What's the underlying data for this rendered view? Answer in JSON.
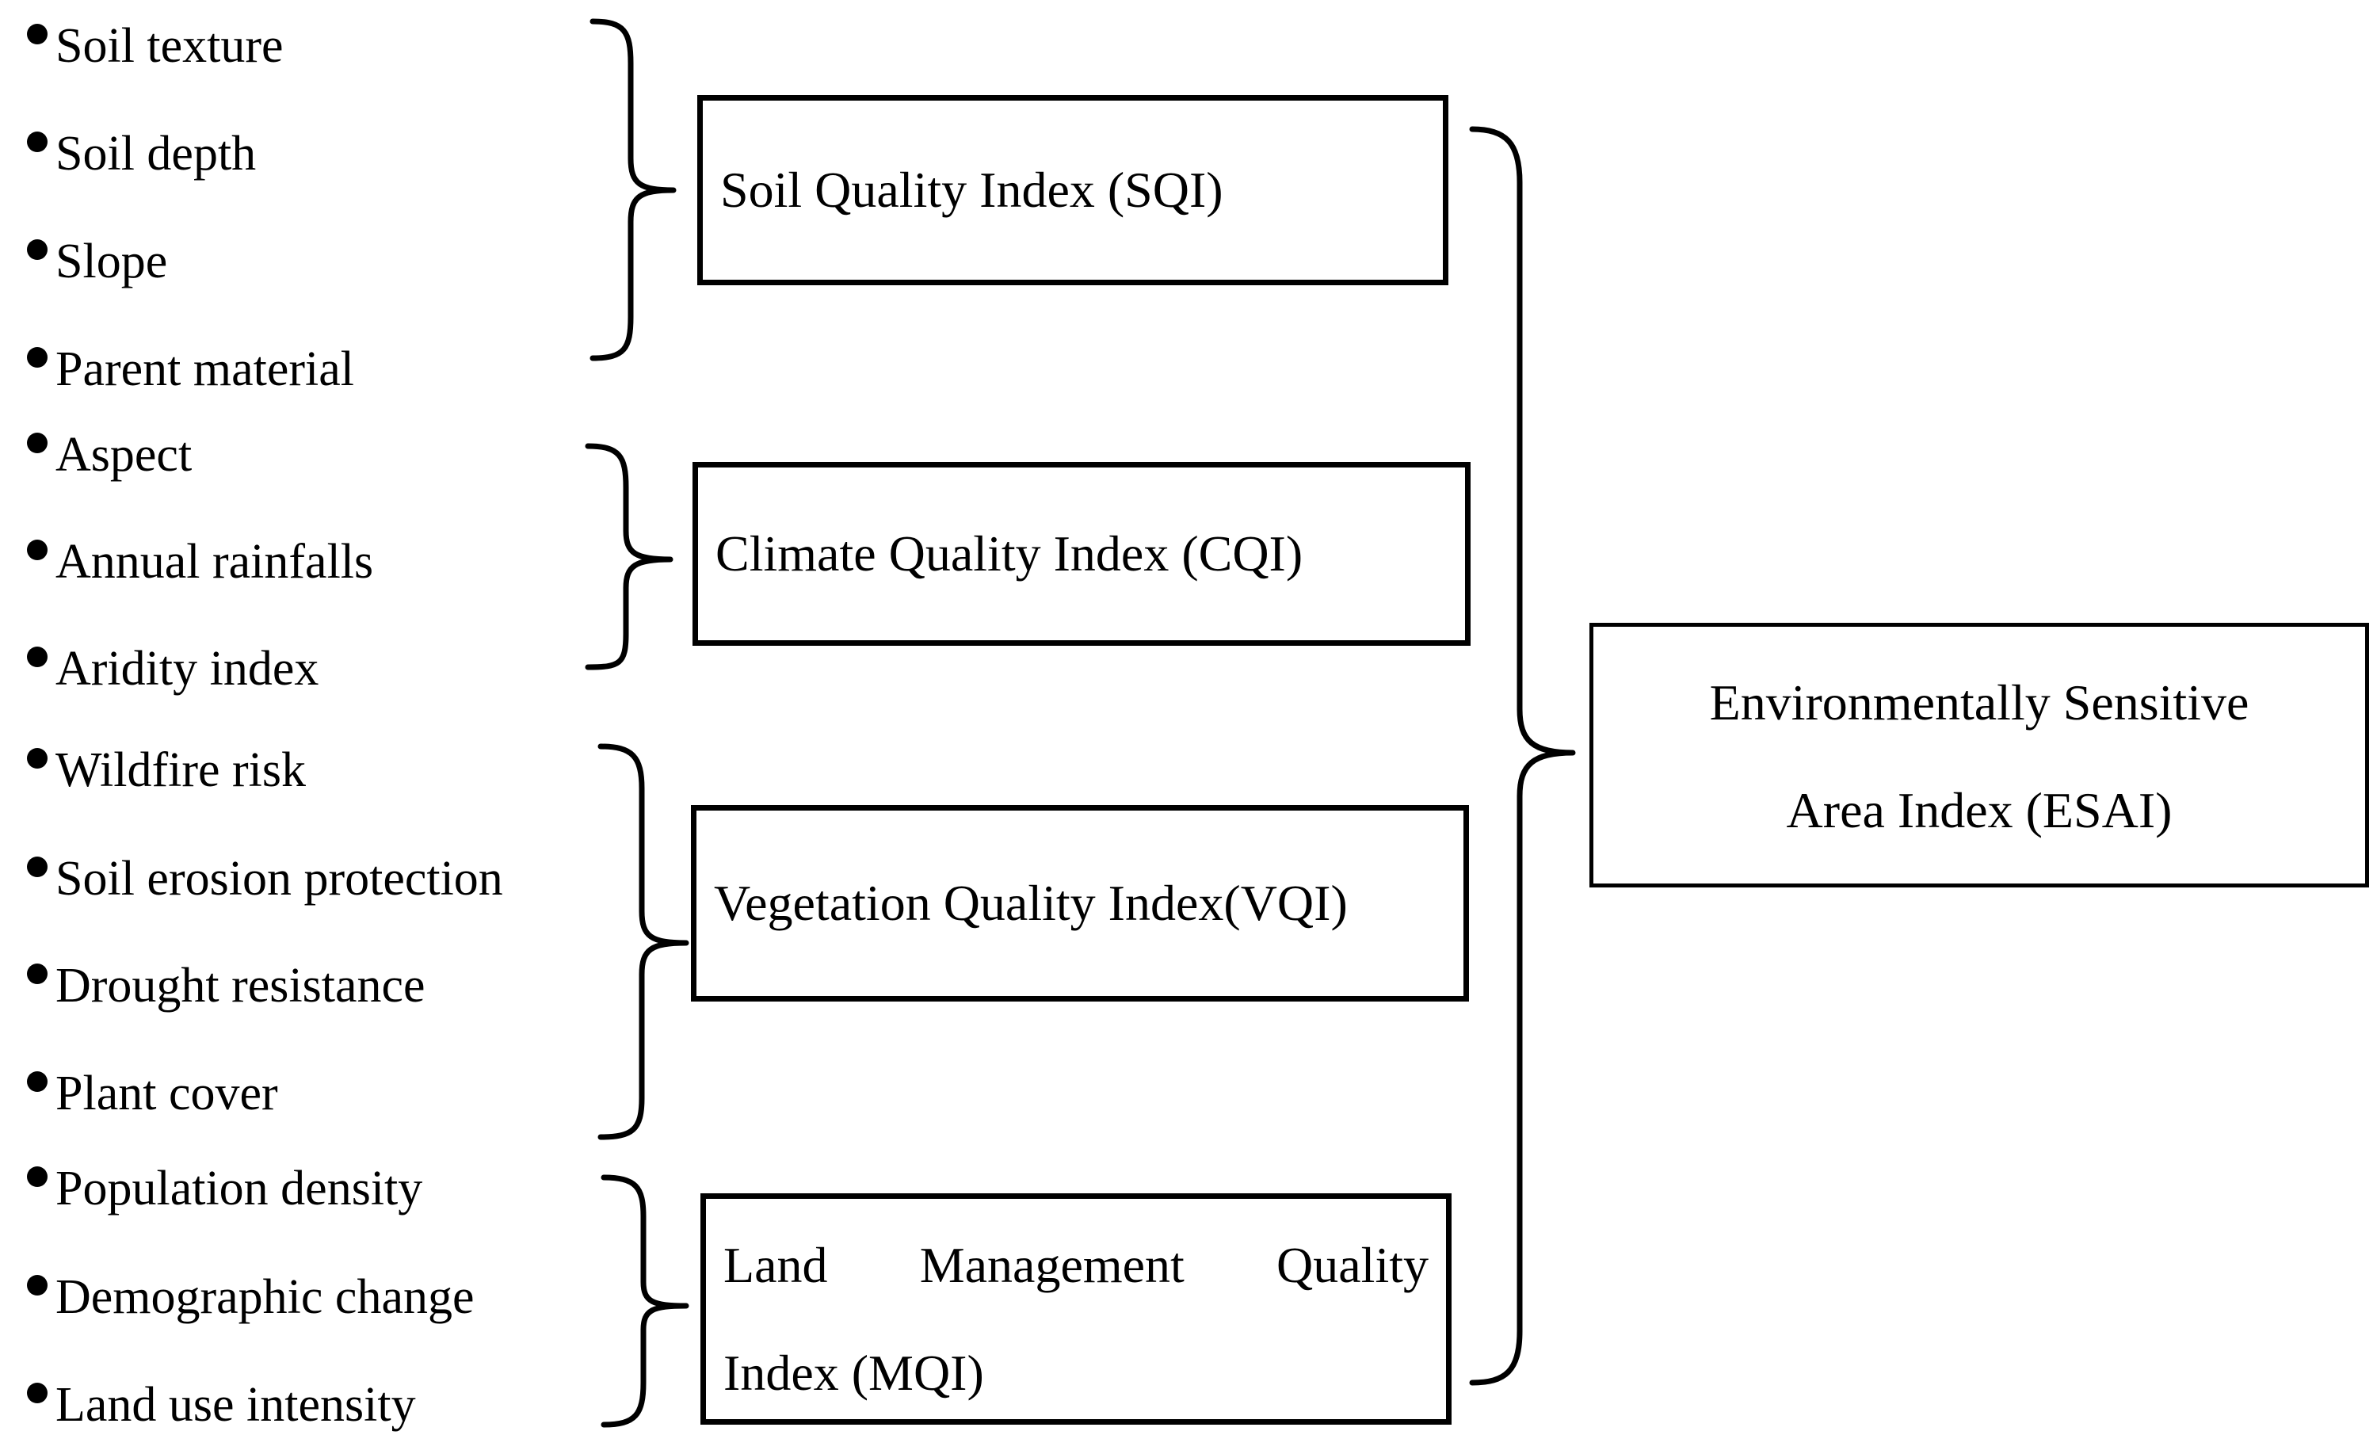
{
  "groups": [
    {
      "id": "sqi",
      "index_label": "Soil Quality Index (SQI)",
      "factors": [
        "Soil texture",
        "Soil depth",
        "Slope",
        "Parent material"
      ]
    },
    {
      "id": "cqi",
      "index_label": "Climate Quality Index (CQI)",
      "factors": [
        "Aspect",
        "Annual rainfalls",
        "Aridity index"
      ]
    },
    {
      "id": "vqi",
      "index_label": "Vegetation Quality Index(VQI)",
      "factors": [
        "Wildfire risk",
        "Soil erosion protection",
        "Drought resistance",
        "Plant cover"
      ]
    },
    {
      "id": "mqi",
      "index_label_words": [
        "Land",
        "Management",
        "Quality"
      ],
      "index_label_line2": "Index (MQI)",
      "factors": [
        "Population density",
        "Demographic change",
        "Land use intensity"
      ]
    }
  ],
  "final_index": {
    "line1": "Environmentally Sensitive",
    "line2": "Area Index (ESAI)"
  }
}
